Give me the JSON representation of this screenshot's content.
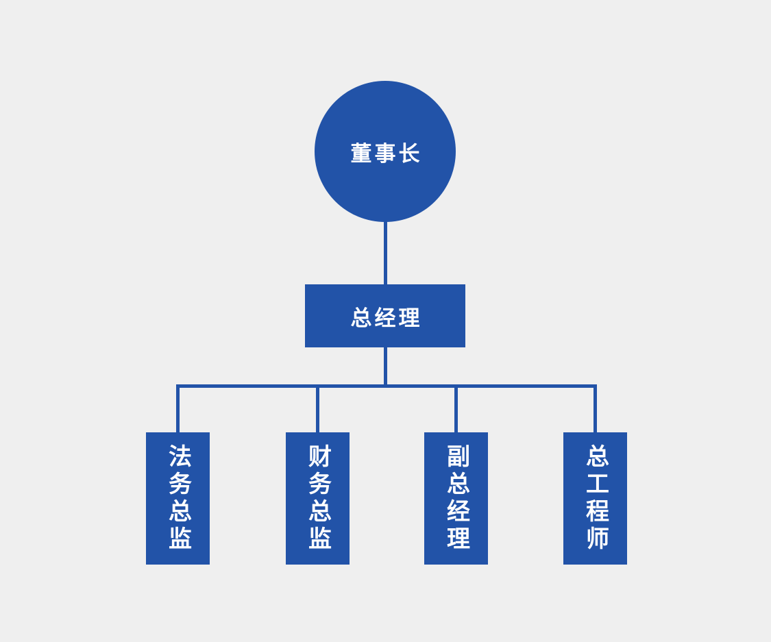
{
  "theme": {
    "background": "#efefef",
    "node_fill": "#2253a8",
    "connector_color": "#2253a8",
    "text_color": "#ffffff"
  },
  "org": {
    "type": "org-chart",
    "root": {
      "label": "董事长"
    },
    "level2": {
      "label": "总经理"
    },
    "level3": [
      {
        "label": "法务总监"
      },
      {
        "label": "财务总监"
      },
      {
        "label": "副总经理"
      },
      {
        "label": "总工程师"
      }
    ]
  }
}
